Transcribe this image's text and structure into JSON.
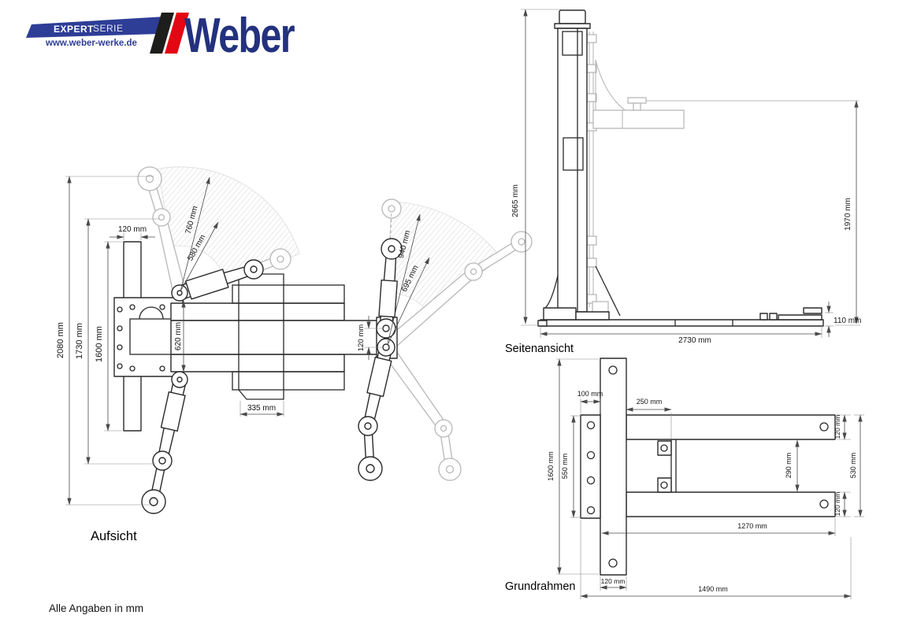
{
  "header": {
    "series_bold": "EXPERT",
    "series_rest": "SERIE",
    "website": "www.weber-werke.de",
    "brand": "Weber",
    "banner_color": "#2e3d96",
    "brand_color": "#23317e",
    "stripe_black": "#1d1d1b",
    "stripe_red": "#e30613"
  },
  "footer": {
    "note": "Alle Angaben in mm"
  },
  "top_view": {
    "title": "Aufsicht",
    "dims": {
      "d2080": "2080 mm",
      "d1730": "1730 mm",
      "d1600": "1600 mm",
      "d120_plate": "120  mm",
      "d760": "760 mm",
      "d580": "580 mm",
      "d620": "620  mm",
      "d335": "335 mm",
      "d940": "940 mm",
      "d695": "695 mm",
      "d120_pivot": "120 mm"
    }
  },
  "side_view": {
    "title": "Seitenansicht",
    "dims": {
      "d2665": "2665 mm",
      "d1970": "1970 mm",
      "d110": "110 mm",
      "d2730": "2730 mm"
    }
  },
  "base_frame": {
    "title": "Grundrahmen",
    "dims": {
      "d100": "100 mm",
      "d250": "250 mm",
      "d1600": "1600 mm",
      "d550": "550 mm",
      "d290": "290 mm",
      "d120_rail_top": "120 mm",
      "d120_rail_bottom": "120 mm",
      "d530": "530 mm",
      "d1270": "1270 mm",
      "d120_plate": "120 mm",
      "d1490": "1490 mm"
    }
  }
}
